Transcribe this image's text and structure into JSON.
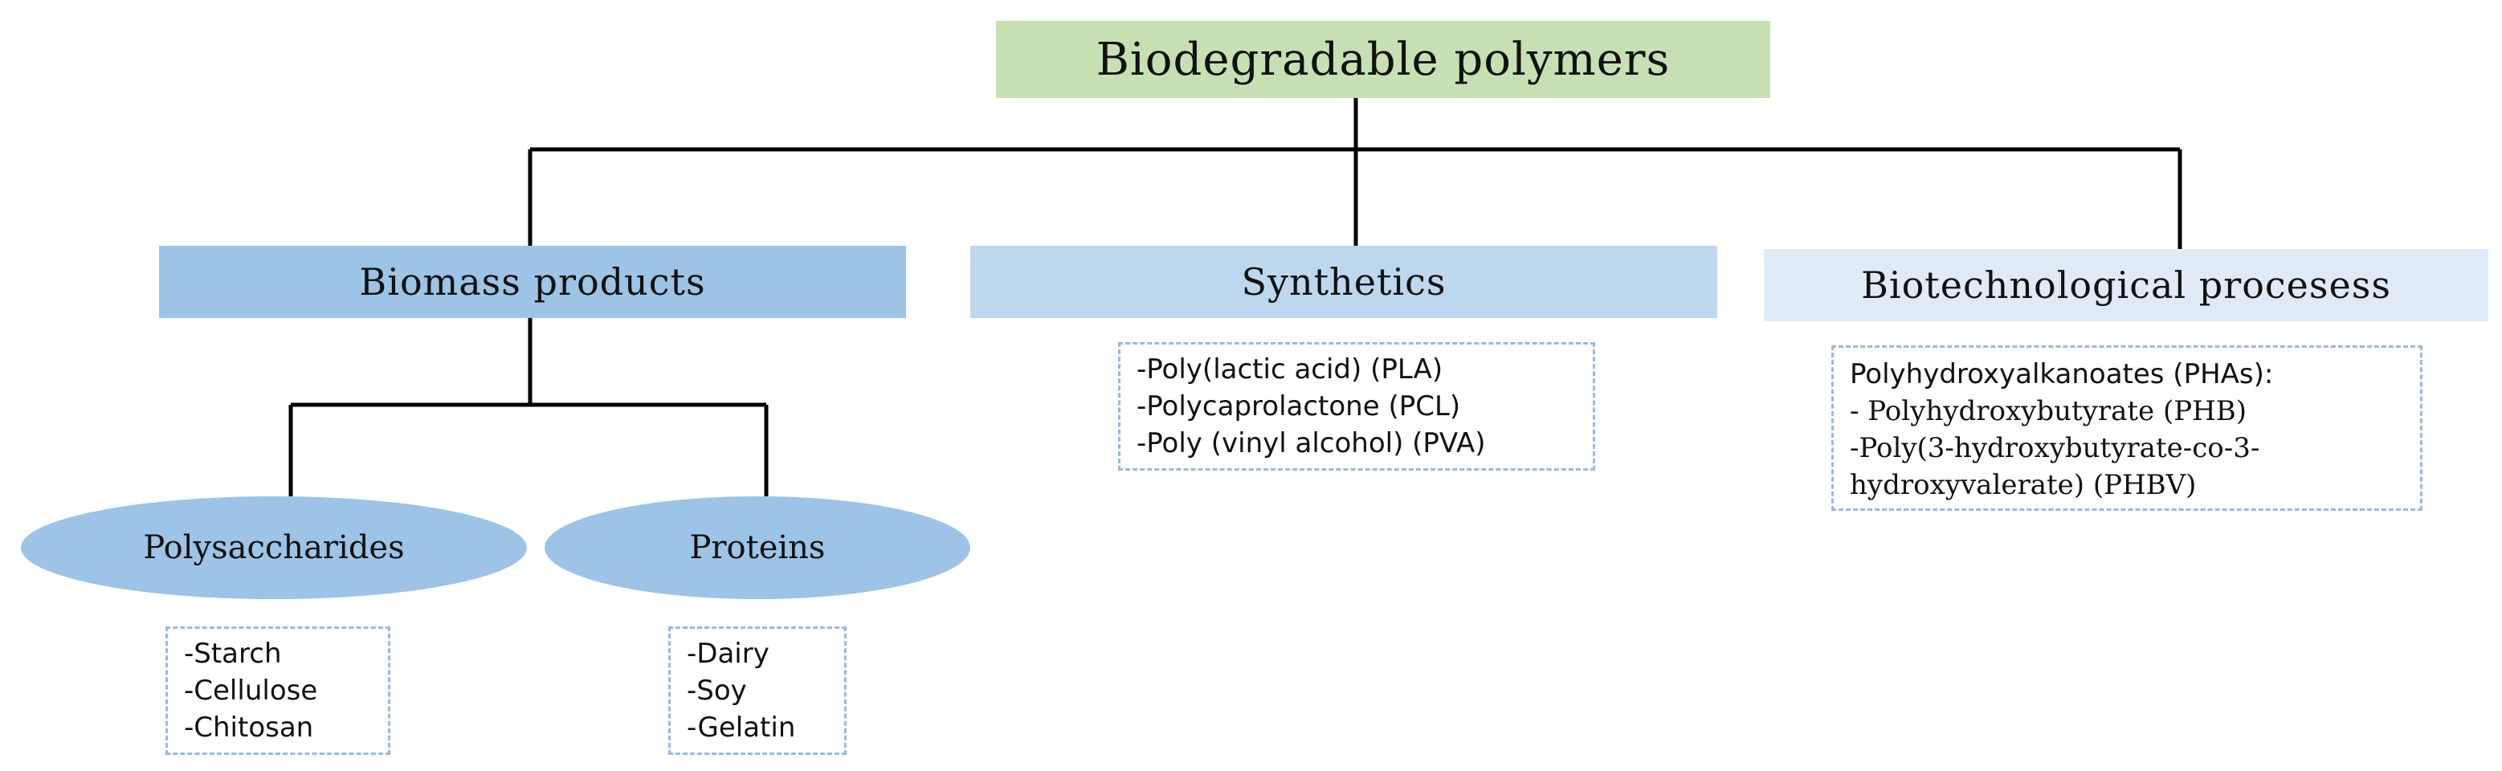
{
  "diagram": {
    "root": {
      "label": "Biodegradable polymers"
    },
    "categories": [
      {
        "label": "Biomass products"
      },
      {
        "label": "Synthetics"
      },
      {
        "label": "Biotechnological procesess"
      }
    ],
    "subcategories": [
      {
        "label": "Polysaccharides",
        "items": [
          "-Starch",
          "-Cellulose",
          "-Chitosan"
        ]
      },
      {
        "label": "Proteins",
        "items": [
          "-Dairy",
          "-Soy",
          "-Gelatin"
        ]
      }
    ],
    "synthetics_items": [
      "-Poly(lactic acid) (PLA)",
      "-Polycaprolactone (PCL)",
      "-Poly (vinyl alcohol) (PVA)"
    ],
    "biotech_items": [
      "Polyhydroxyalkanoates (PHAs):",
      "- Polyhydroxybutyrate (PHB)",
      "-Poly(3-hydroxybutyrate-co-3-",
      "hydroxyvalerate) (PHBV)"
    ]
  },
  "colors": {
    "root_fill": "#c6e0b4",
    "biomass_fill": "#9dc3e6",
    "synthetics_fill": "#bdd7ee",
    "biotech_fill": "#deebf7",
    "oval_fill": "#9dc3e6",
    "connector": "#000000",
    "list_border": "#9ab8dd"
  }
}
